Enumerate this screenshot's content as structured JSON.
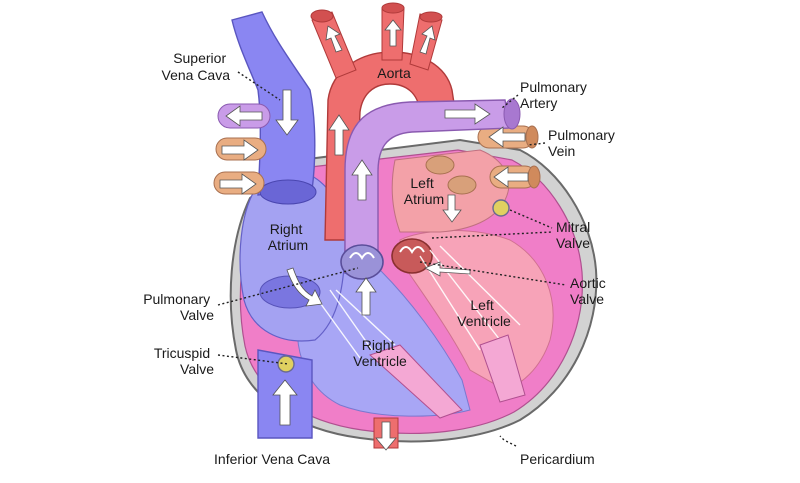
{
  "labels": {
    "superior_vena_cava": [
      "Superior",
      "Vena Cava"
    ],
    "aorta": "Aorta",
    "pulmonary_artery": [
      "Pulmonary",
      "Artery"
    ],
    "pulmonary_vein": [
      "Pulmonary",
      "Vein"
    ],
    "left_atrium": [
      "Left",
      "Atrium"
    ],
    "right_atrium": [
      "Right",
      "Atrium"
    ],
    "mitral_valve": [
      "Mitral",
      "Valve"
    ],
    "aortic_valve": [
      "Aortic",
      "Valve"
    ],
    "pulmonary_valve": [
      "Pulmonary",
      "Valve"
    ],
    "left_ventricle": [
      "Left",
      "Ventricle"
    ],
    "tricuspid_valve": [
      "Tricuspid",
      "Valve"
    ],
    "right_ventricle": [
      "Right",
      "Ventricle"
    ],
    "inferior_vena_cava": "Inferior Vena Cava",
    "pericardium": "Pericardium"
  },
  "colors": {
    "deoxygenated": "#8a86f2",
    "deoxygenated_dark": "#5e58d8",
    "oxygenated": "#ee6e6e",
    "oxygenated_dark": "#c84444",
    "pulmonary_artery": "#c99ce8",
    "pulmonary_vein": "#e9ad82",
    "myocardium": "#f07ec8",
    "pericardium": "#c8c8c8",
    "chamber_left": "#f7a3b8",
    "chamber_right": "#a8a6f5"
  }
}
